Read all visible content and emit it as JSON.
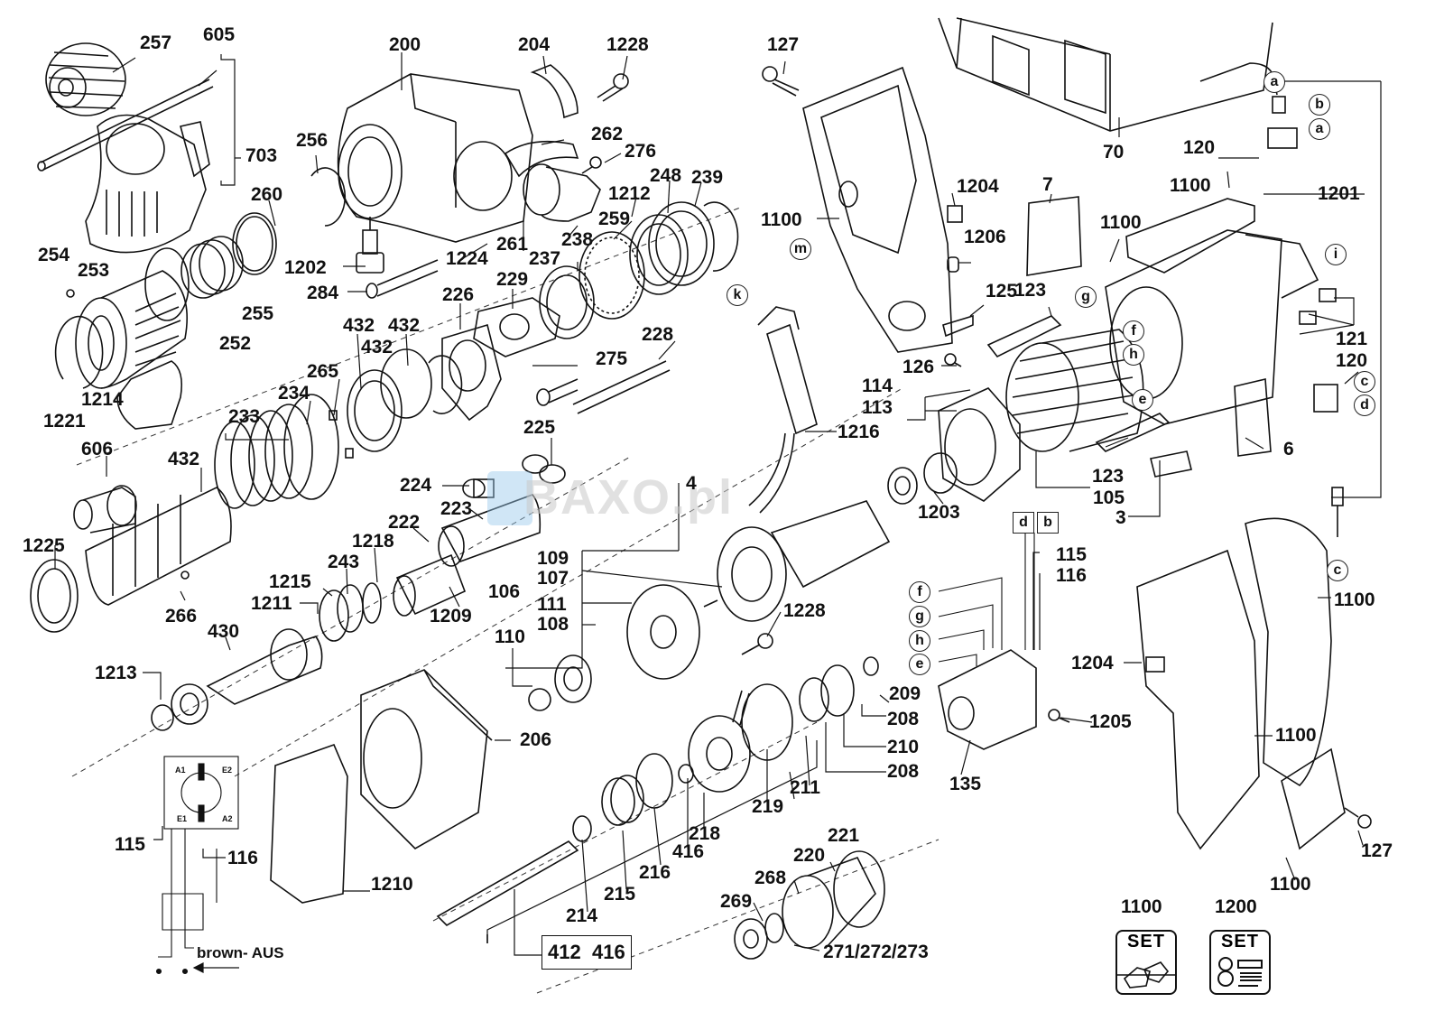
{
  "labels": {
    "l257": "257",
    "l605": "605",
    "l703": "703",
    "l254": "254",
    "l253": "253",
    "l255": "255",
    "l252": "252",
    "l1214": "1214",
    "l1221": "1221",
    "l200": "200",
    "l204": "204",
    "l1228a": "1228",
    "l256": "256",
    "l260": "260",
    "l262": "262",
    "l276": "276",
    "l1212": "1212",
    "l248": "248",
    "l239": "239",
    "l1202": "1202",
    "l1224": "1224",
    "l261": "261",
    "l259": "259",
    "l238": "238",
    "l237": "237",
    "l284": "284",
    "l226": "226",
    "l229": "229",
    "l275": "275",
    "l228": "228",
    "l432a": "432",
    "l432b": "432",
    "l432c": "432",
    "l265": "265",
    "l234": "234",
    "l233": "233",
    "l225": "225",
    "l606": "606",
    "l432d": "432",
    "l224": "224",
    "l223": "223",
    "l222": "222",
    "l1218": "1218",
    "l243": "243",
    "l1215": "1215",
    "l1211": "1211",
    "l1209": "1209",
    "l1225": "1225",
    "l266": "266",
    "l430": "430",
    "l1213": "1213",
    "l127a": "127",
    "l1100a": "1100",
    "l1204a": "1204",
    "l1206": "1206",
    "l125": "125",
    "l126": "126",
    "l7": "7",
    "l1100b": "1100",
    "l1100c": "1100",
    "l70": "70",
    "l120a": "120",
    "l1201": "1201",
    "l121": "121",
    "l120b": "120",
    "l123a": "123",
    "l114": "114",
    "l113": "113",
    "l123b": "123",
    "l105": "105",
    "l3": "3",
    "l6": "6",
    "l1216": "1216",
    "l4": "4",
    "l1203": "1203",
    "l109": "109",
    "l107": "107",
    "l106": "106",
    "l111": "111",
    "l108": "108",
    "l110": "110",
    "l1228b": "1228",
    "l206": "206",
    "l209": "209",
    "l208a": "208",
    "l210": "210",
    "l208b": "208",
    "l211": "211",
    "l219": "219",
    "l218": "218",
    "l416a": "416",
    "l216": "216",
    "l215": "215",
    "l214": "214",
    "l220": "220",
    "l221": "221",
    "l268": "268",
    "l269": "269",
    "l271": "271/272/273",
    "l1210": "1210",
    "l115a": "115",
    "l116a": "116",
    "l115b": "115",
    "l116b": "116",
    "l135": "135",
    "l1205": "1205",
    "l1204b": "1204",
    "l1100d": "1100",
    "l1100e": "1100",
    "l1100f": "1100",
    "l127b": "127",
    "l1100set": "1100",
    "l1200set": "1200",
    "brown": "brown- AUS"
  },
  "boxed": {
    "b412": "412",
    "b416": "416"
  },
  "circle_letters": {
    "ca1": "a",
    "cb1": "b",
    "ca2": "a",
    "ci": "i",
    "cc1": "c",
    "cd1": "d",
    "cc2": "c",
    "ck": "k",
    "cm": "m",
    "cg": "g",
    "cf1": "f",
    "ch1": "h",
    "ce1": "e",
    "cf2": "f",
    "cg2": "g",
    "ch2": "h",
    "ce2": "e"
  },
  "square_letters": {
    "sd": "d",
    "sb": "b"
  },
  "schematic": {
    "a1": "A1",
    "e2": "E2",
    "e1": "E1",
    "a2": "A2"
  },
  "set_icons": {
    "set1": "SET",
    "set2": "SET"
  },
  "watermark": "BAXO.pl"
}
